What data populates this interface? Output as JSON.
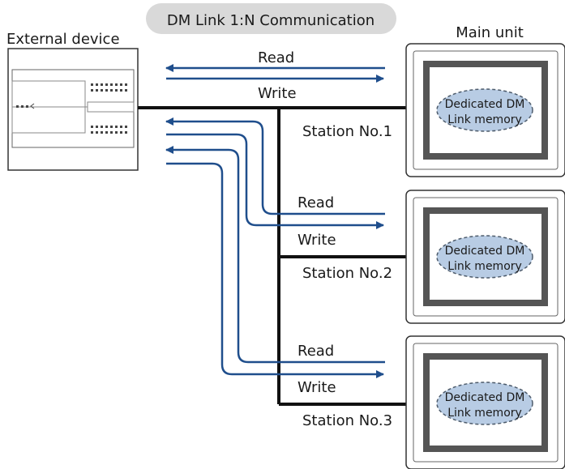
{
  "title": "DM Link 1:N Communication",
  "external_device": {
    "label": "External device"
  },
  "main_unit": {
    "label": "Main unit"
  },
  "stations": [
    {
      "name": "Station No.1",
      "read": "Read",
      "write": "Write",
      "memory_line1": "Dedicated DM",
      "memory_line2": "Link memory"
    },
    {
      "name": "Station No.2",
      "read": "Read",
      "write": "Write",
      "memory_line1": "Dedicated DM",
      "memory_line2": "Link memory"
    },
    {
      "name": "Station No.3",
      "read": "Read",
      "write": "Write",
      "memory_line1": "Dedicated DM",
      "memory_line2": "Link memory"
    }
  ],
  "colors": {
    "arrow": "#1f4e8c",
    "bus": "#111111",
    "title_bg": "#d9d9d9",
    "memory_fill": "#b8cce4",
    "screen_fill": "#ffffff",
    "bezel": "#555555"
  }
}
